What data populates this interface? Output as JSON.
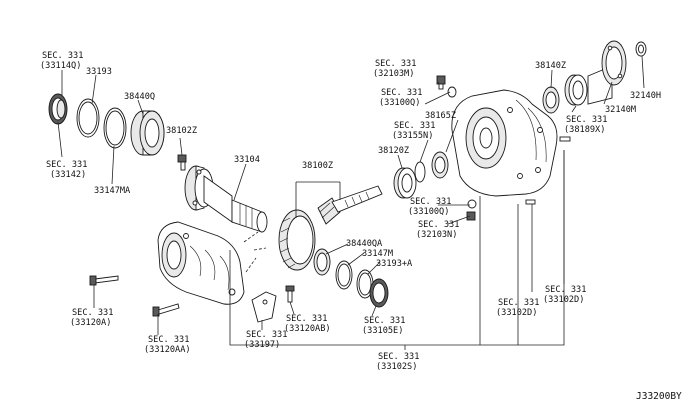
{
  "diagram_code": "J33200BY",
  "labels": {
    "sec33114q": [
      "SEC. 331",
      "(33114Q)"
    ],
    "p33193": "33193",
    "p38440q": "38440Q",
    "p38102z": "38102Z",
    "p33104": "33104",
    "p38100z": "38100Z",
    "sec33142": [
      "SEC. 331",
      "(33142)"
    ],
    "p33147ma": "33147MA",
    "sec32103m": [
      "SEC. 331",
      "(32103M)"
    ],
    "sec33100q_top": [
      "SEC. 331",
      "(33100Q)"
    ],
    "p38165z": "38165Z",
    "sec33155n": [
      "SEC. 331",
      "(33155N)"
    ],
    "p38120z": "38120Z",
    "p38140z": "38140Z",
    "sec38189x": [
      "SEC. 331",
      "(38189X)"
    ],
    "p32140m": "32140M",
    "p32140h": "32140H",
    "sec33100q_mid": [
      "SEC. 331",
      "(33100Q)"
    ],
    "sec32103n": [
      "SEC. 331",
      "(32103N)"
    ],
    "p38440qa": "38440QA",
    "p33147m": "33147M",
    "p33193a": "33193+A",
    "sec33105e": [
      "SEC. 331",
      "(33105E)"
    ],
    "sec33120a": [
      "SEC. 331",
      "(33120A)"
    ],
    "sec33120aa": [
      "SEC. 331",
      "(33120AA)"
    ],
    "sec33120ab": [
      "SEC. 331",
      "(33120AB)"
    ],
    "sec33197": [
      "SEC. 331",
      "(33197)"
    ],
    "sec33102s": [
      "SEC. 331",
      "(33102S)"
    ],
    "sec33102d_a": [
      "SEC. 331",
      "(33102D)"
    ],
    "sec33102d_b": [
      "SEC. 331",
      "(33102D)"
    ]
  }
}
